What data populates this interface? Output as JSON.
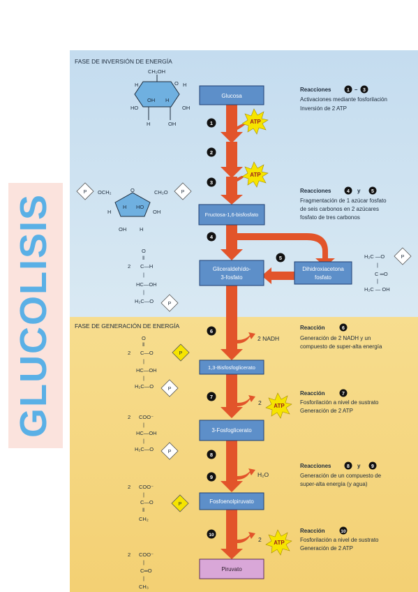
{
  "side_title": "GLUCOLISIS",
  "phases": {
    "investment": "FASE DE INVERSIÓN DE ENERGÍA",
    "payoff": "FASE DE GENERACIÓN DE ENERGÍA"
  },
  "metabolites": [
    {
      "id": "glucosa",
      "label": "Glucosa"
    },
    {
      "id": "fructosa",
      "label": "Fructosa-1,6-bisfosfato"
    },
    {
      "id": "g3p",
      "label": "Gliceraldehído-",
      "label2": "3-fosfato"
    },
    {
      "id": "dhap",
      "label": "Dihidroxiacetona",
      "label2": "fosfato"
    },
    {
      "id": "bpg",
      "label": "1,3-Bisfosfoglicerato"
    },
    {
      "id": "3pg",
      "label": "3-Fosfoglicerato"
    },
    {
      "id": "pep",
      "label": "Fosfoenolpiruvato"
    },
    {
      "id": "pyr",
      "label": "Piruvato"
    }
  ],
  "steps": [
    "1",
    "2",
    "3",
    "4",
    "5",
    "6",
    "7",
    "8",
    "9",
    "10"
  ],
  "markers": {
    "atp": "ATP",
    "nadh": "2 NADH",
    "two": "2",
    "water": "H₂O",
    "phosphate": "P"
  },
  "notes": {
    "n1": {
      "title": "Reacciones",
      "conj": "–",
      "l1": "Activaciones mediante fosforilación",
      "l2": "Inversión de 2 ATP"
    },
    "n2": {
      "title": "Reacciones",
      "conj": "y",
      "l1": "Fragmentación de 1 azúcar fosfato",
      "l2": "de seis carbonos en 2 azúcares",
      "l3": "fosfato de tres carbonos"
    },
    "n3": {
      "title": "Reacción",
      "l1": "Generación de 2 NADH y un",
      "l2": "compuesto de super-alta energía"
    },
    "n4": {
      "title": "Reacción",
      "l1": "Fosforilación a nivel de sustrato",
      "l2": "Generación de 2 ATP"
    },
    "n5": {
      "title": "Reacciones",
      "conj": "y",
      "l1": "Generación de un compuesto de",
      "l2": "super-alta energía (y agua)"
    },
    "n6": {
      "title": "Reacción",
      "l1": "Fosforilación a nivel de sustrato",
      "l2": "Generación de 2 ATP"
    }
  },
  "chem": {
    "ch2oh": "CH₂OH",
    "h": "H",
    "oh": "OH",
    "ho": "HO",
    "o": "O",
    "och2": "OCH₂",
    "ch2o": "CH₂O",
    "two": "2",
    "c_h": "C—H",
    "hc_oh": "HC—OH",
    "h2c_o": "H₂C—O",
    "dbl": "‖",
    "bar": "|",
    "h2c_o_top": "H₂C —O",
    "c_eq_o": "C ═O",
    "h2c_oh": "H₂C — OH",
    "c_o": "C—O",
    "coo": "COO⁻",
    "ch2": "CH₂",
    "c_eq": "C═O",
    "ch3": "CH₃"
  },
  "colors": {
    "investment_bg": "#cfe3f1",
    "payoff_bg": "#f7da86",
    "box": "#5d8fc9",
    "box_border": "#1f3f73",
    "pyruvate_box": "#d9a7d8",
    "arrow": "#e2542a",
    "burst": "#f6e400",
    "side_text": "#5ab0e6",
    "side_bg": "#fbe3dd",
    "text": "#1c2a3a"
  }
}
